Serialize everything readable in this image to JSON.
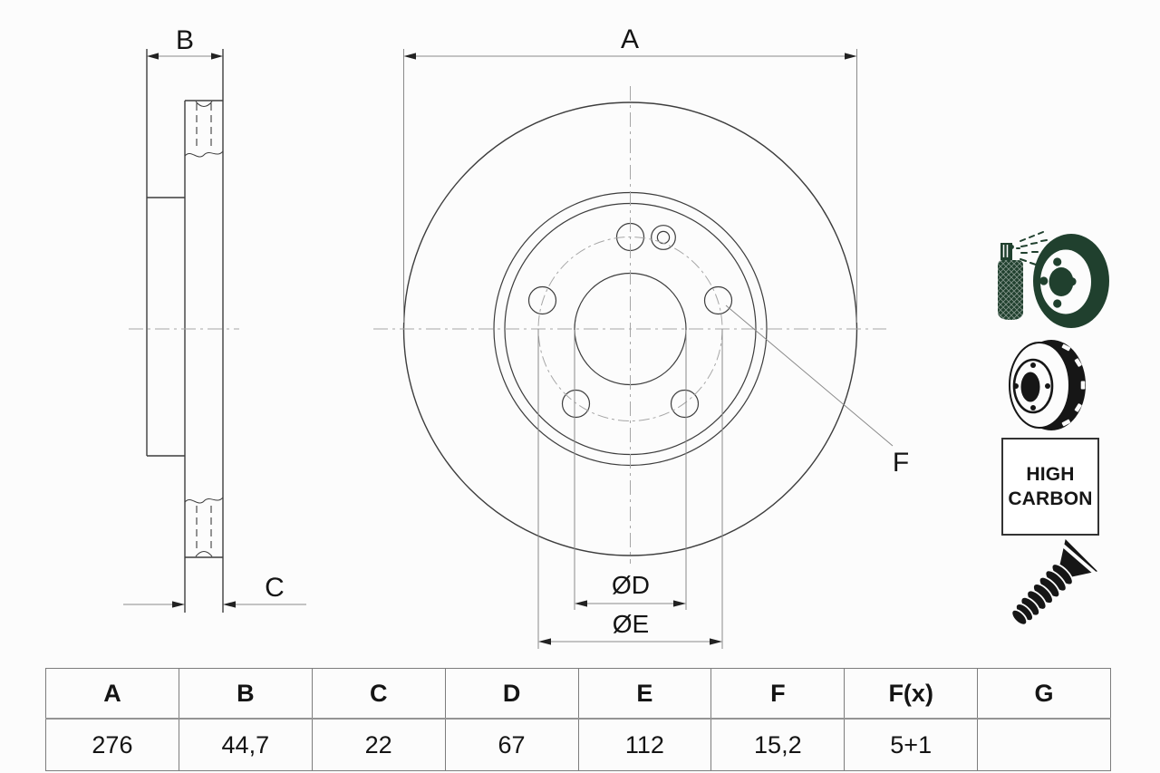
{
  "drawing": {
    "dim_labels": {
      "A": "A",
      "B": "B",
      "C": "C",
      "F": "F",
      "diameter_d": "ØD",
      "diameter_e": "ØE"
    }
  },
  "icons": {
    "names": [
      "spray-coated-disc-icon",
      "vented-disc-icon",
      "high-carbon-badge",
      "countersunk-screw-icon"
    ],
    "high_carbon": {
      "line1": "HIGH",
      "line2": "CARBON"
    }
  },
  "spec_table": {
    "headers": [
      "A",
      "B",
      "C",
      "D",
      "E",
      "F",
      "F(x)",
      "G"
    ],
    "values": [
      "276",
      "44,7",
      "22",
      "67",
      "112",
      "15,2",
      "5+1",
      ""
    ]
  },
  "colors": {
    "outline": "#3d3d3d",
    "dimension_line": "#8a8a8a",
    "centerline": "#a6a6a6",
    "arrow": "#222222",
    "icon_green": "#20402e",
    "icon_black": "#161616"
  }
}
